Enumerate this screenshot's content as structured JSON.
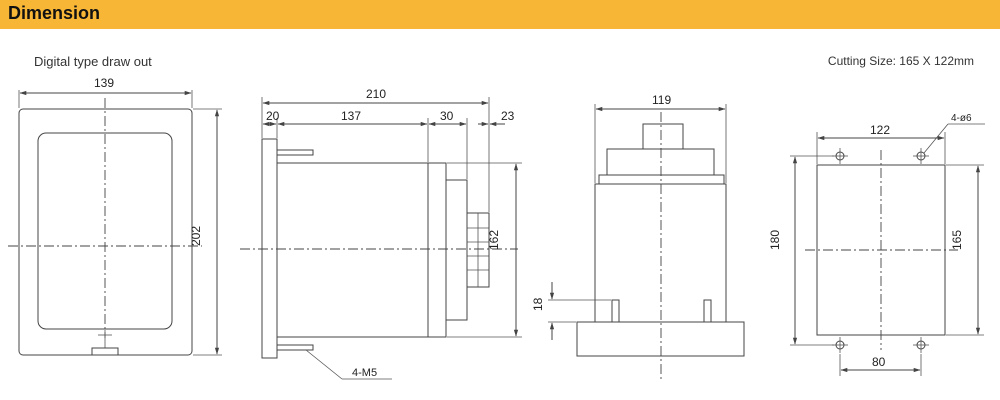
{
  "header": {
    "title": "Dimension"
  },
  "subtitle": "Digital type draw out",
  "cutting_size": "Cutting Size: 165 X 122mm",
  "front_view": {
    "width": "139",
    "height": "202"
  },
  "side_view": {
    "total": "210",
    "d1": "20",
    "d2": "137",
    "d3": "30",
    "d4": "23",
    "height": "162",
    "screw": "4-M5"
  },
  "top_view": {
    "width": "119",
    "pin": "18"
  },
  "cutout": {
    "hole": "4-ø6",
    "width": "122",
    "outer_height": "180",
    "height": "165",
    "spacing": "80"
  },
  "colors": {
    "header_bg": "#f7b636",
    "line": "#444444"
  }
}
